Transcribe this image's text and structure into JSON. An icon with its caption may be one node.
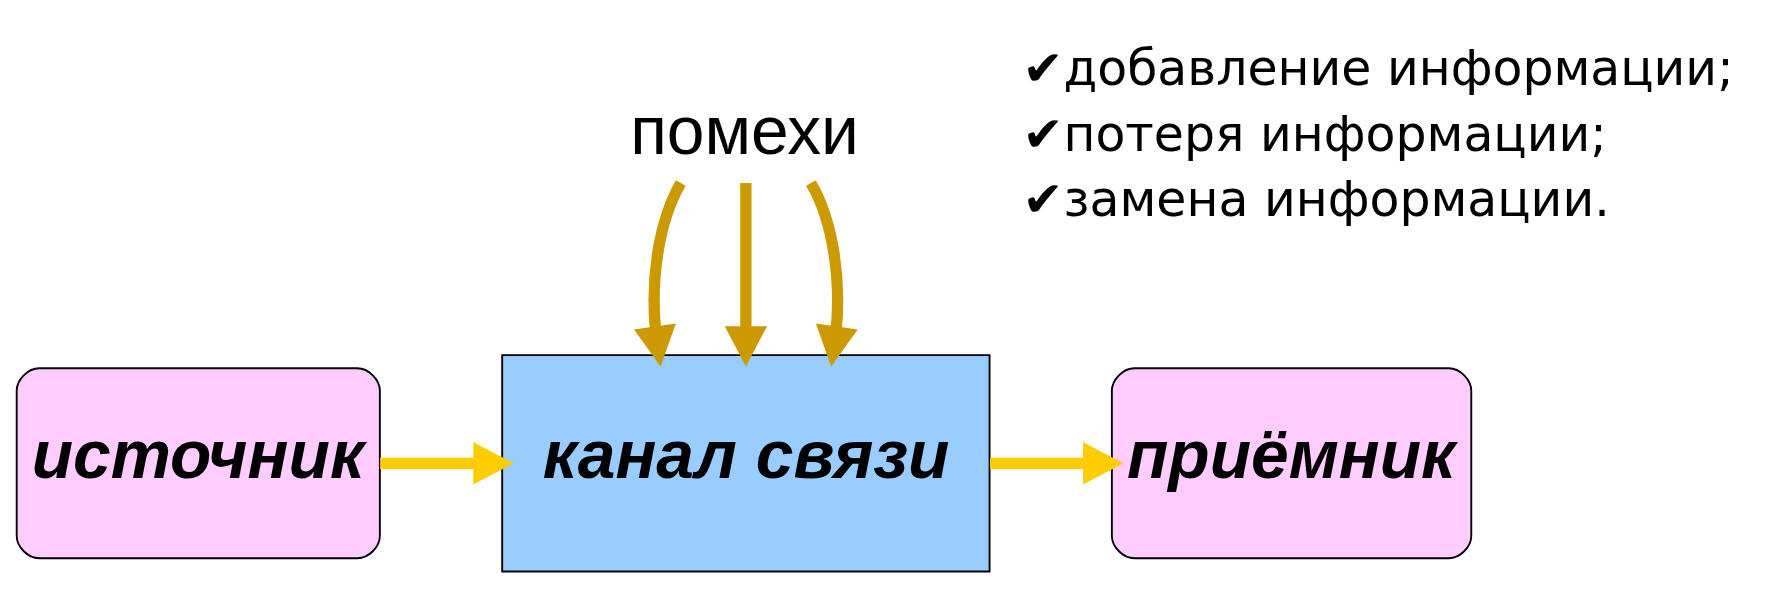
{
  "diagram": {
    "nodes": [
      {
        "text": [
          "источник"
        ]
      },
      {
        "text": [
          "канал связи"
        ]
      },
      {
        "text": [
          "приёмник"
        ]
      },
      {
        "text": [
          "помехи"
        ]
      }
    ],
    "edges": [
      {
        "from": 0,
        "to": 1,
        "arrow": "to"
      },
      {
        "from": 1,
        "to": 2,
        "arrow": "to"
      },
      {
        "from": 3,
        "to": 1,
        "arrow": "to",
        "color": "#cc9900"
      },
      {
        "from": 3,
        "to": 1,
        "arrow": "to",
        "color": "#cc9900"
      },
      {
        "from": 3,
        "to": 1,
        "arrow": "to",
        "color": "#cc9900"
      }
    ],
    "labels": [
      "✔добавление информации;",
      "✔потеря информации;",
      "✔замена информации."
    ]
  }
}
